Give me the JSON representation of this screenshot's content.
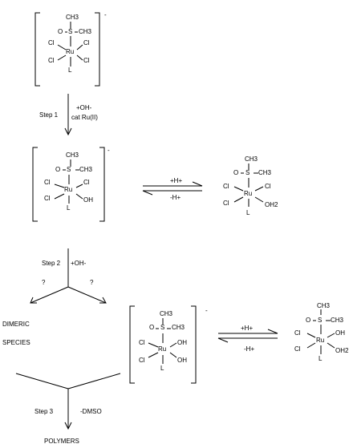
{
  "complex1": {
    "ch3": "CH3",
    "s": "S",
    "o": "O",
    "ch3b": "CH3",
    "ru": "Ru",
    "cl": "Cl",
    "l": "L",
    "charge": "-"
  },
  "step1": {
    "label": "Step 1",
    "reagent": "+OH-",
    "catalyst": "cat Ru(II)"
  },
  "complex2": {
    "ch3": "CH3",
    "s": "S",
    "o": "O",
    "ru": "Ru",
    "cl": "Cl",
    "oh": "OH",
    "l": "L",
    "charge": "-"
  },
  "equil1": {
    "forward": "+H+",
    "reverse": "-H+"
  },
  "complex3": {
    "ch3": "CH3",
    "s": "S",
    "o": "O",
    "ru": "Ru",
    "cl": "Cl",
    "oh2": "OH2",
    "l": "L"
  },
  "step2": {
    "label": "Step 2",
    "reagent": "+OH-",
    "q": "?"
  },
  "dimeric": {
    "line1": "DIMERIC",
    "line2": "SPECIES"
  },
  "complex4": {
    "ch3": "CH3",
    "s": "S",
    "o": "O",
    "ru": "Ru",
    "cl": "Cl",
    "oh": "OH",
    "l": "L",
    "charge": "-"
  },
  "equil2": {
    "forward": "+H+",
    "reverse": "-H+"
  },
  "complex5": {
    "ch3": "CH3",
    "s": "S",
    "o": "O",
    "ru": "Ru",
    "cl": "Cl",
    "oh": "OH",
    "oh2": "OH2",
    "l": "L"
  },
  "step3": {
    "label": "Step 3",
    "reagent": "-DMSO"
  },
  "product": {
    "label": "POLYMERS"
  }
}
